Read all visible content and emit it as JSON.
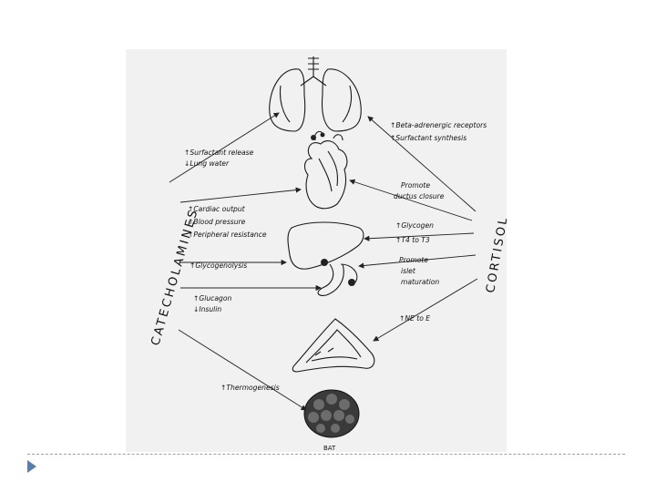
{
  "figure": {
    "left_label": "CATECHOLAMINES",
    "right_label": "CORTISOL",
    "left_effects": {
      "lung": [
        "↑Surfactant release",
        "↓Lung water"
      ],
      "heart": [
        "↑Cardiac output",
        "↑Blood pressure",
        "↑Peripheral resistance"
      ],
      "liver": [
        "↑Glycogenolysis"
      ],
      "pancreas": [
        "↑Glucagon",
        "↓Insulin"
      ],
      "bat": [
        "↑Thermogenesis"
      ]
    },
    "right_effects": {
      "lung": [
        "↑Beta-adrenergic receptors",
        "↑Surfactant synthesis"
      ],
      "heart": [
        "Promote",
        "ductus closure"
      ],
      "liver": [
        "↑Glycogen",
        "↑T4 to T3"
      ],
      "pancreas": [
        "Promote",
        "islet",
        "maturation"
      ],
      "adrenal": [
        "↑NE to E"
      ]
    },
    "bat_label": "BAT"
  },
  "slide": {
    "bullet_color": "#5b7fa6",
    "separator_color": "#9aa0a6"
  }
}
